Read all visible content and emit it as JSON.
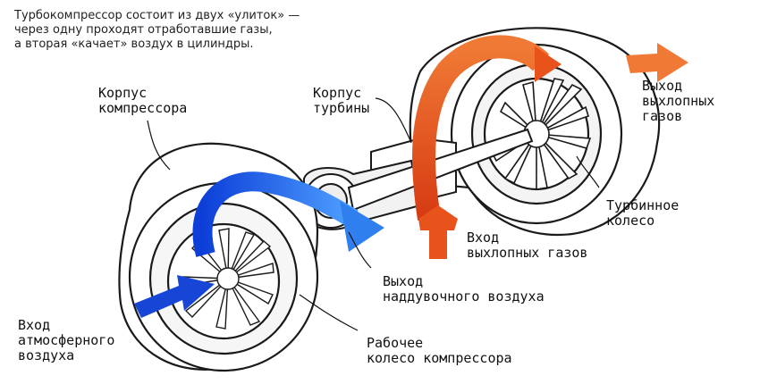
{
  "caption": {
    "line1": "Турбокомпрессор состоит из двух «улиток» —",
    "line2": "через одну проходят отработавшие газы,",
    "line3": "а вторая «качает» воздух в цилиндры."
  },
  "labels": {
    "compressor_housing": {
      "line1": "Корпус",
      "line2": "компрессора"
    },
    "turbine_housing": {
      "line1": "Корпус",
      "line2": "турбины"
    },
    "exhaust_outlet": {
      "line1": "Выход",
      "line2": "выхлопных",
      "line3": "газов"
    },
    "turbine_wheel": {
      "line1": "Турбинное",
      "line2": "колесо"
    },
    "exhaust_inlet": {
      "line1": "Вход",
      "line2": "выхлопных газов"
    },
    "boost_outlet": {
      "line1": "Выход",
      "line2": "наддувочного воздуха"
    },
    "air_inlet": {
      "line1": "Вход",
      "line2": "атмосферного",
      "line3": "воздуха"
    },
    "compressor_wheel": {
      "line1": "Рабочее",
      "line2": "колесо компрессора"
    }
  },
  "colors": {
    "hot_flow": "#e8531c",
    "cold_flow": "#1f6fe0",
    "outline": "#1a1a1a"
  },
  "icons": {
    "hot_arrow": "orange-arrow-icon",
    "cold_arrow": "blue-arrow-icon"
  }
}
